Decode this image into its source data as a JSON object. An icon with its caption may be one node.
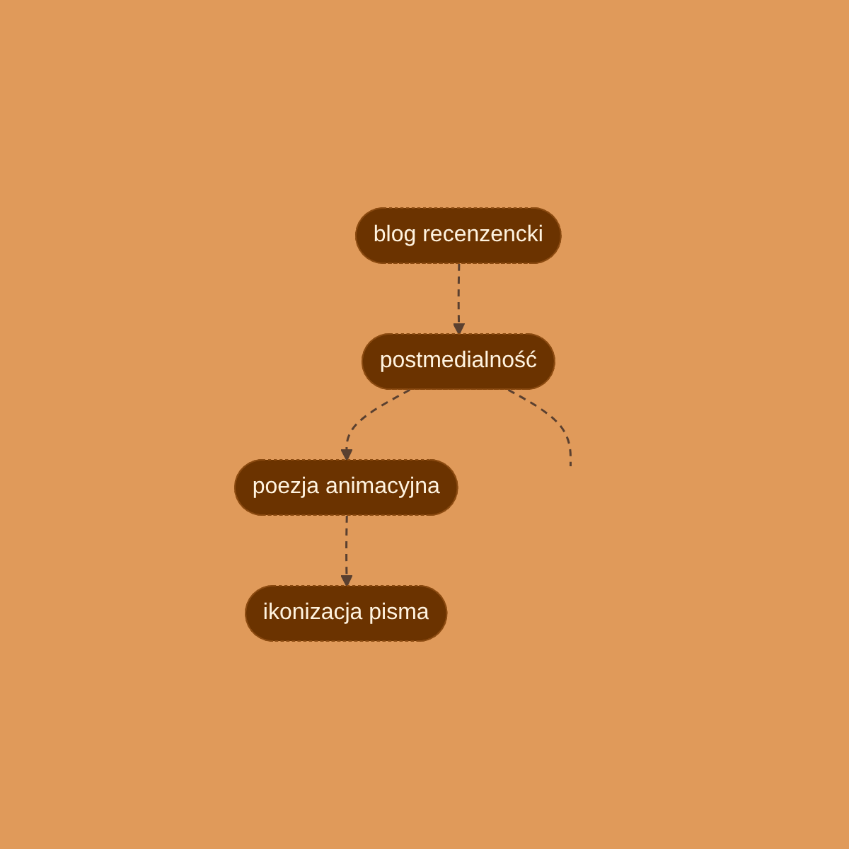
{
  "diagram": {
    "nodes": [
      {
        "text": [
          "blog recenzencki"
        ]
      },
      {
        "text": [
          "ikonizacja pisma"
        ]
      },
      {
        "text": [
          "postmedialność"
        ]
      },
      {
        "text": [
          "poezja animacyjna"
        ]
      }
    ],
    "edges": [
      {
        "from": 0,
        "to": 2,
        "arrow": "to",
        "style": "dashed"
      },
      {
        "from": 2,
        "to": 3,
        "arrow": "to",
        "style": "dashed"
      },
      {
        "from": 3,
        "to": 1,
        "arrow": "to",
        "style": "dashed"
      },
      {
        "from": 2,
        "to": null,
        "arrow": "none",
        "style": "dashed"
      }
    ]
  }
}
